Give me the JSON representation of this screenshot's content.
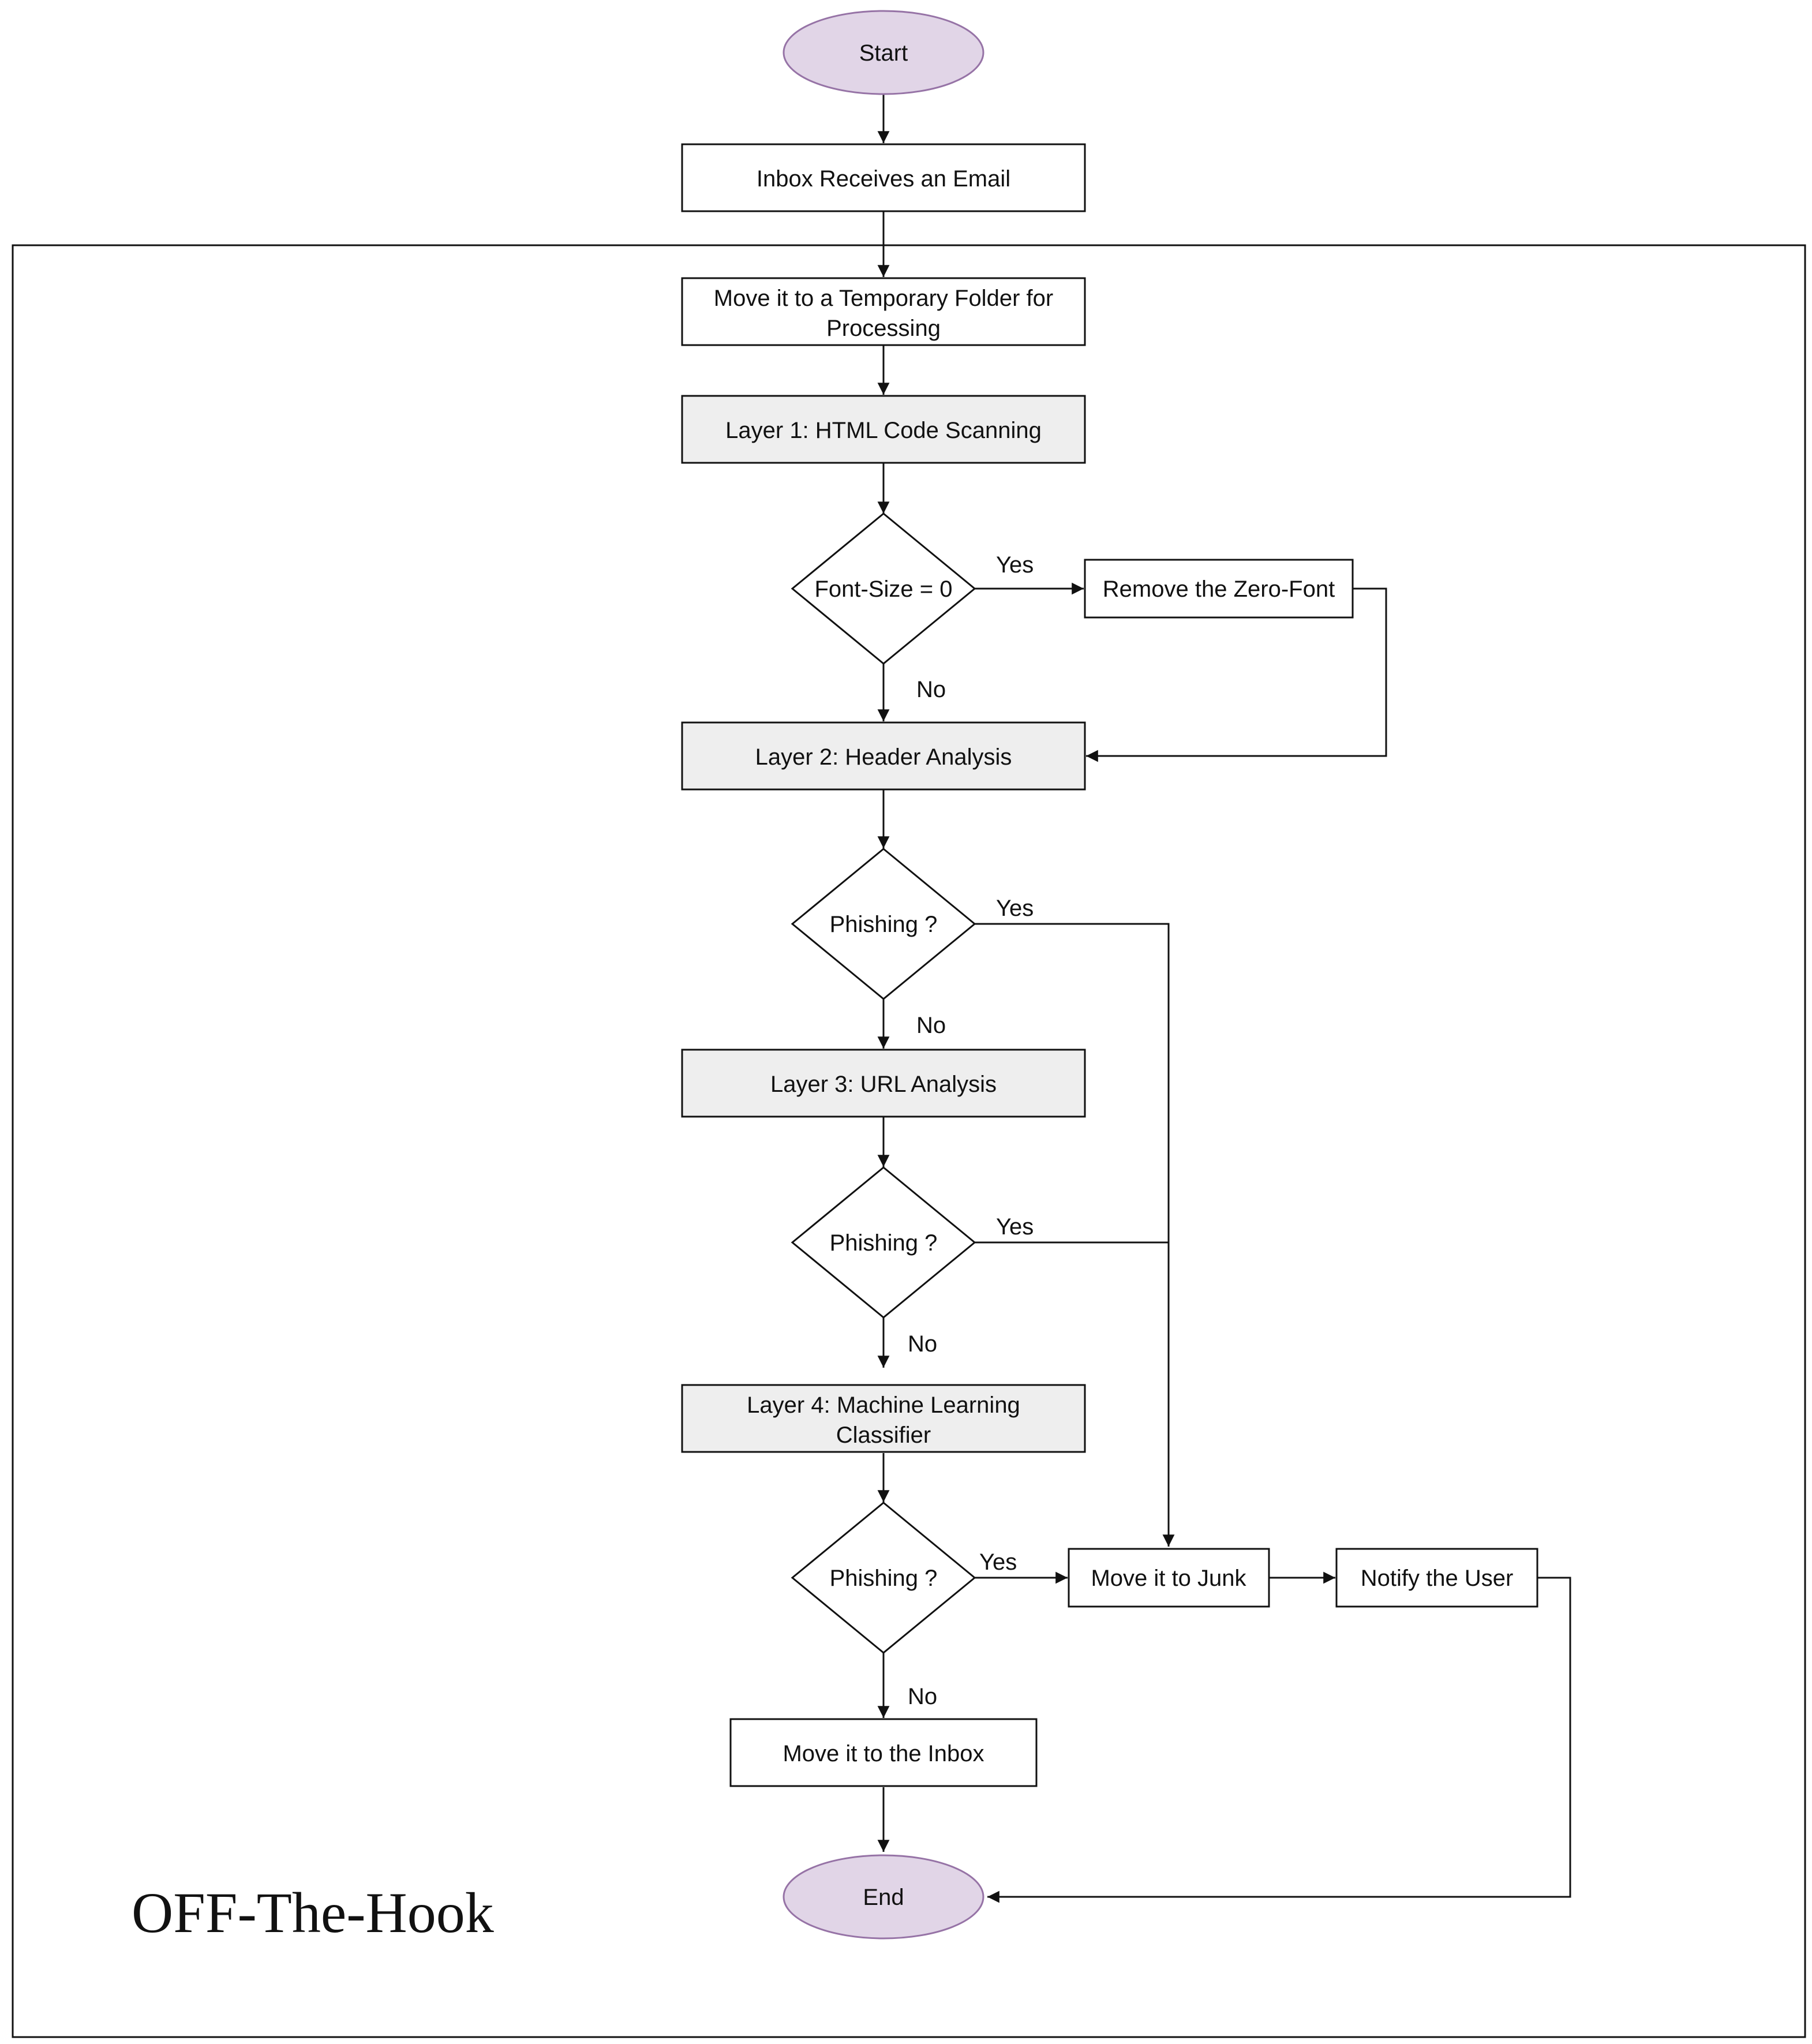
{
  "colors": {
    "terminal_fill": "#e1d5e7",
    "terminal_stroke": "#9673a6",
    "layer_fill": "#eeeeee",
    "box_fill": "#ffffff",
    "stroke": "#111111"
  },
  "nodes": {
    "start": "Start",
    "inbox_receives": "Inbox Receives an Email",
    "temp_folder": [
      "Move it to a Temporary Folder for",
      "Processing"
    ],
    "layer1": "Layer 1: HTML Code Scanning",
    "font_size_check": "Font-Size = 0",
    "remove_zero_font": "Remove the Zero-Font",
    "layer2": "Layer 2: Header Analysis",
    "phishing_check_1": "Phishing ?",
    "layer3": "Layer 3: URL Analysis",
    "phishing_check_2": "Phishing ?",
    "layer4": [
      "Layer 4: Machine Learning",
      "Classifier"
    ],
    "phishing_check_3": "Phishing ?",
    "move_to_junk": "Move it to Junk",
    "notify_user": "Notify the User",
    "move_to_inbox": "Move it to the Inbox",
    "end": "End"
  },
  "edge_labels": {
    "font_yes": "Yes",
    "font_no": "No",
    "phishing1_yes": "Yes",
    "phishing1_no": "No",
    "phishing2_yes": "Yes",
    "phishing2_no": "No",
    "phishing3_yes": "Yes",
    "phishing3_no": "No"
  },
  "brand": "OFF-The-Hook"
}
